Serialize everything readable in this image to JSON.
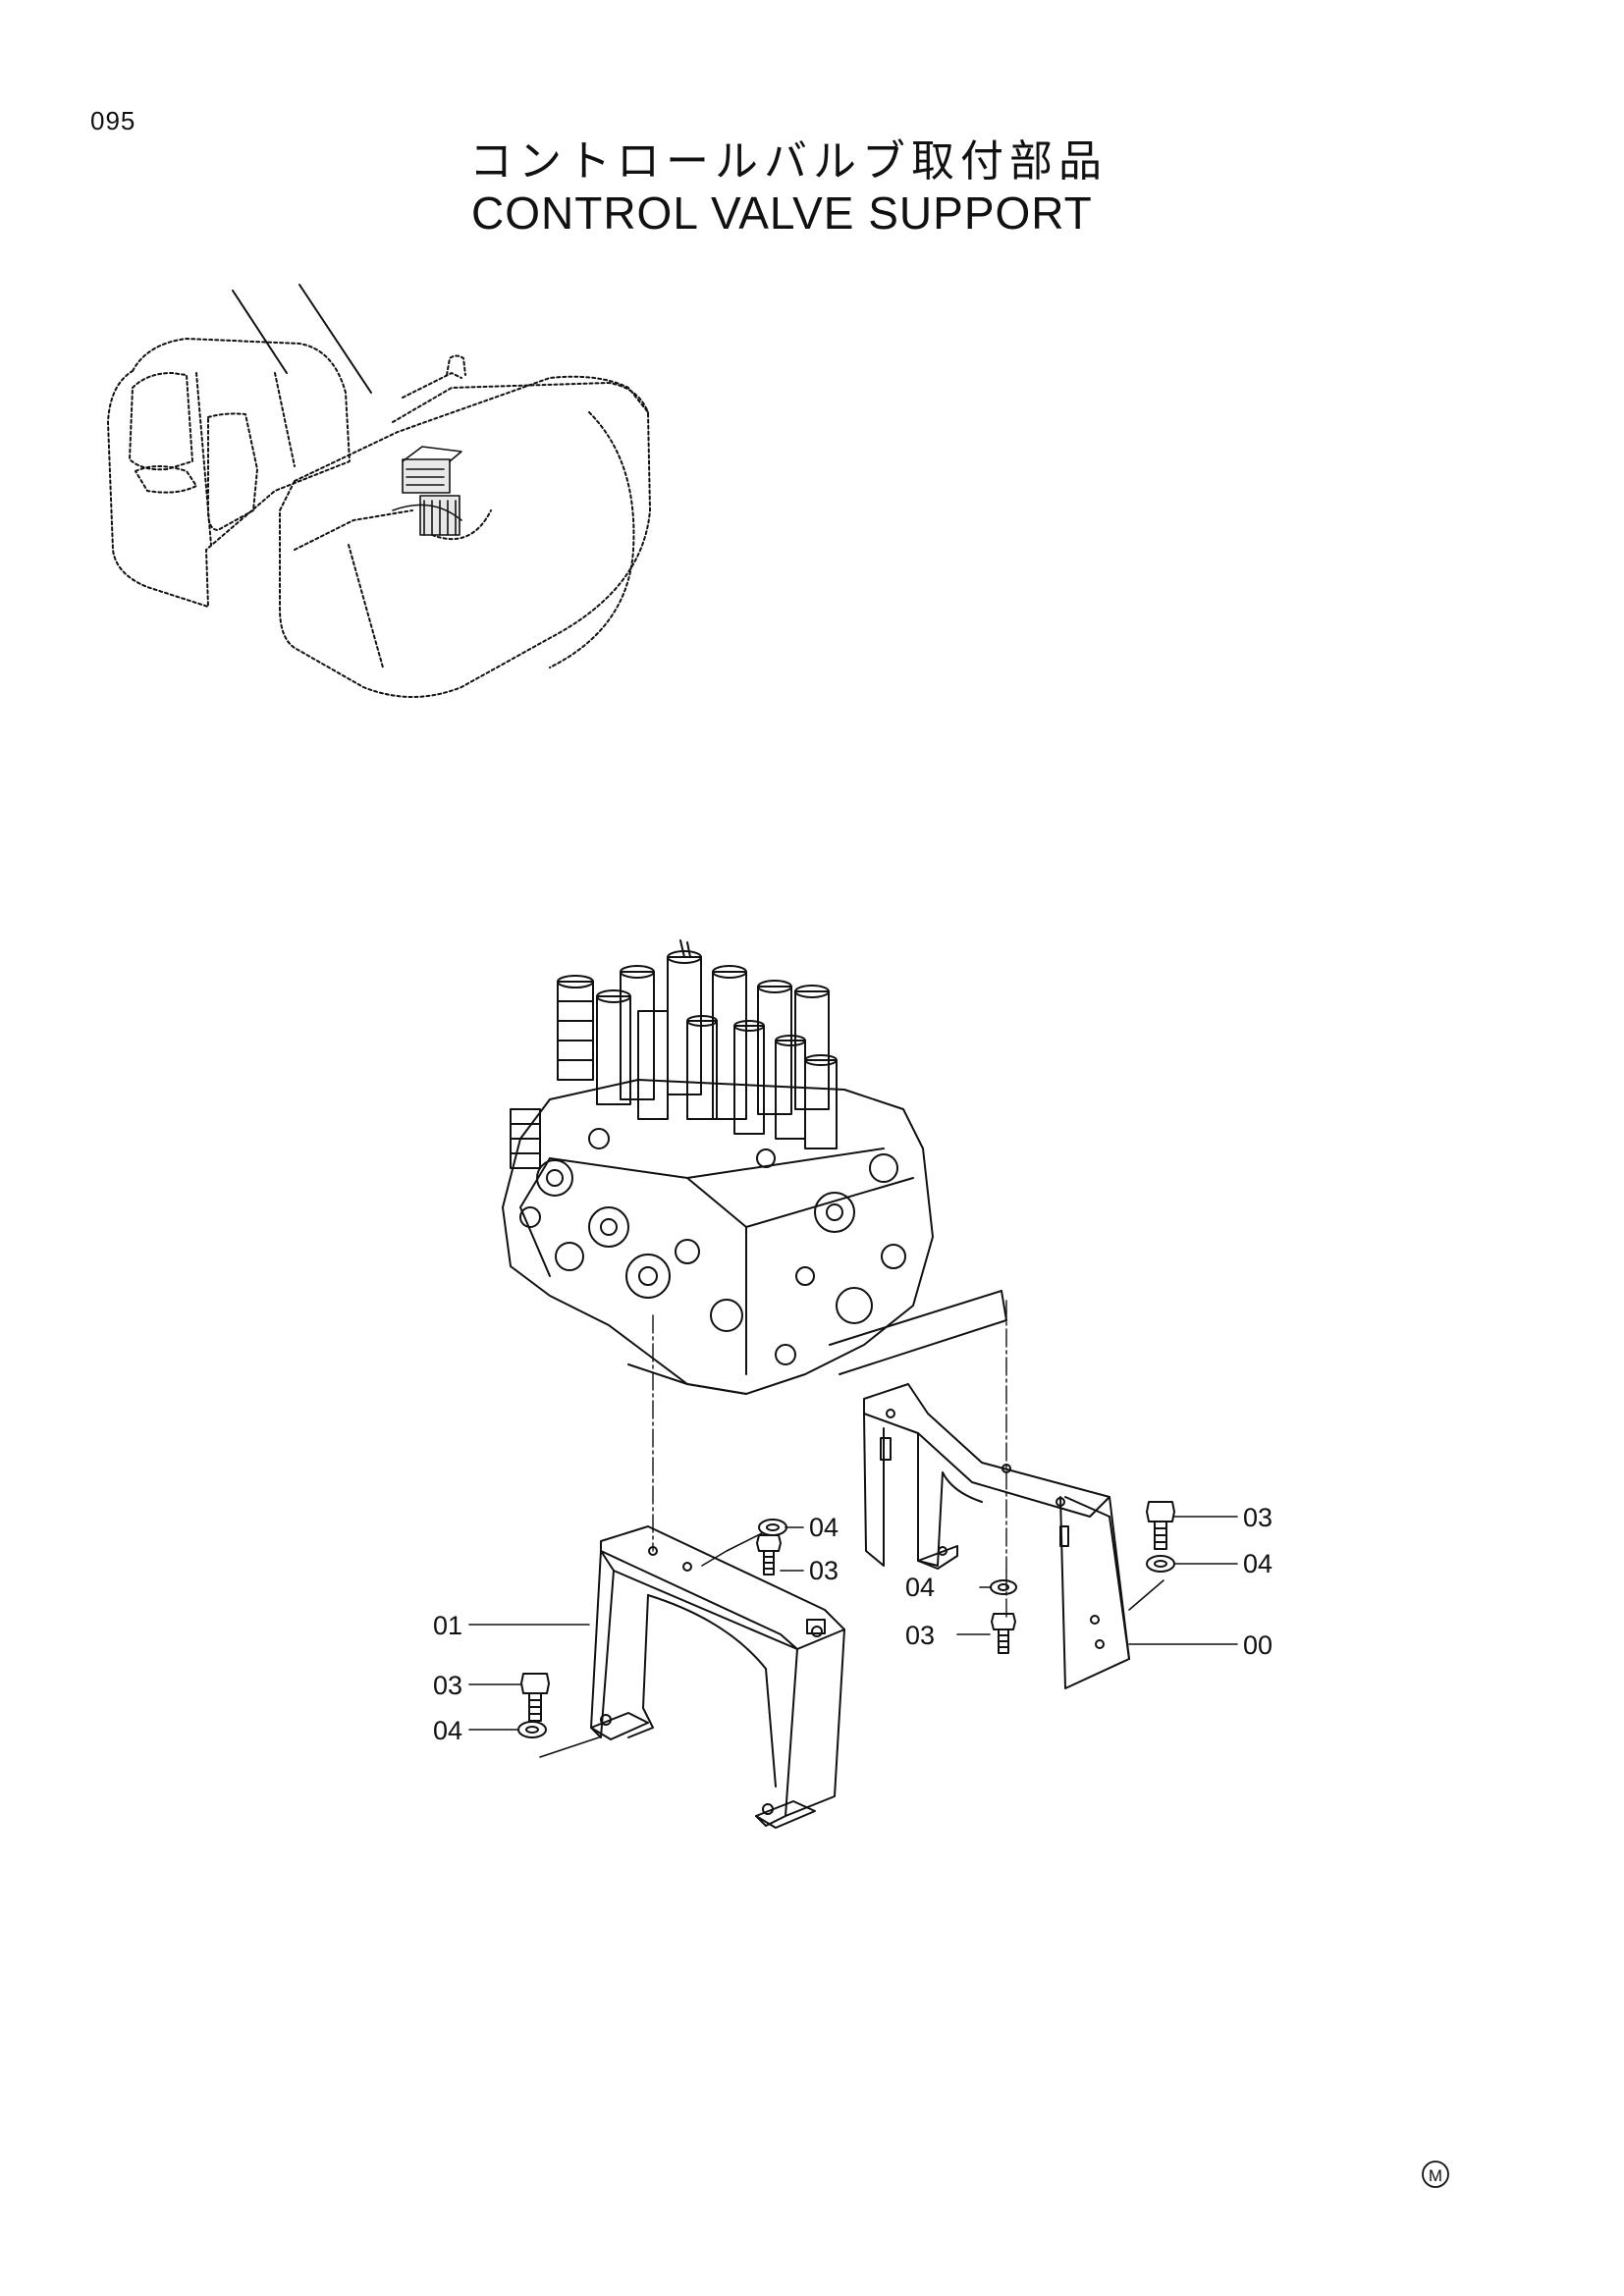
{
  "page": {
    "number": "095",
    "title_jp": "コントロールバルブ取付部品",
    "title_en": "CONTROL VALVE SUPPORT",
    "mark": "M"
  },
  "callouts": [
    {
      "id": "c-04-top",
      "label": "04"
    },
    {
      "id": "c-03-top",
      "label": "03"
    },
    {
      "id": "c-01",
      "label": "01"
    },
    {
      "id": "c-03-left",
      "label": "03"
    },
    {
      "id": "c-04-left",
      "label": "04"
    },
    {
      "id": "c-04-mid",
      "label": "04"
    },
    {
      "id": "c-03-mid",
      "label": "03"
    },
    {
      "id": "c-03-right",
      "label": "03"
    },
    {
      "id": "c-04-right",
      "label": "04"
    },
    {
      "id": "c-00",
      "label": "00"
    }
  ]
}
